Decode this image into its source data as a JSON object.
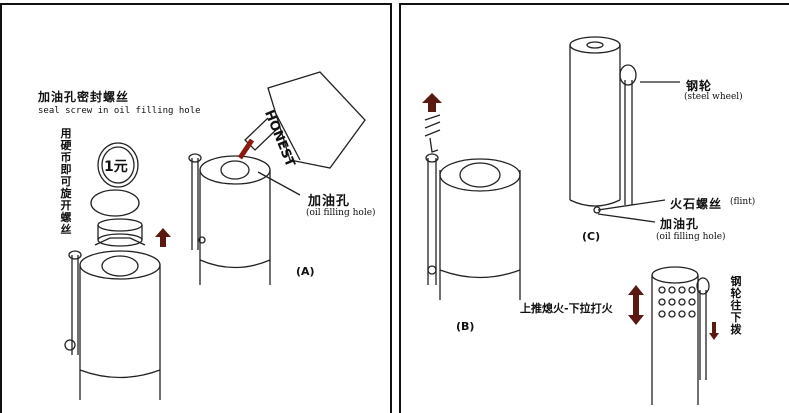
{
  "panel_left": {
    "title_cn": "加油孔密封螺丝",
    "title_en": "seal screw in oil filling hole",
    "coin_note_vertical": "用硬币即可旋开螺丝",
    "coin_label": "1元",
    "oil_hole_cn": "加油孔",
    "oil_hole_en": "(oil filling hole)",
    "can_brand": "HONEST",
    "step_a": "(A)"
  },
  "panel_mid": {
    "step_b": "(B)"
  },
  "panel_right": {
    "steel_wheel_cn": "钢轮",
    "steel_wheel_en": "(steel wheel)",
    "flint_cn": "火石螺丝",
    "flint_en": "(flint)",
    "oil_hole_cn": "加油孔",
    "oil_hole_en": "(oil filling hole)",
    "step_c": "(C)",
    "push_note": "上推熄火-下拉打火",
    "wheel_down_vertical": "钢轮往下拨"
  },
  "colors": {
    "arrow": "#5a1a12",
    "line": "#222222",
    "border": "#111111"
  }
}
